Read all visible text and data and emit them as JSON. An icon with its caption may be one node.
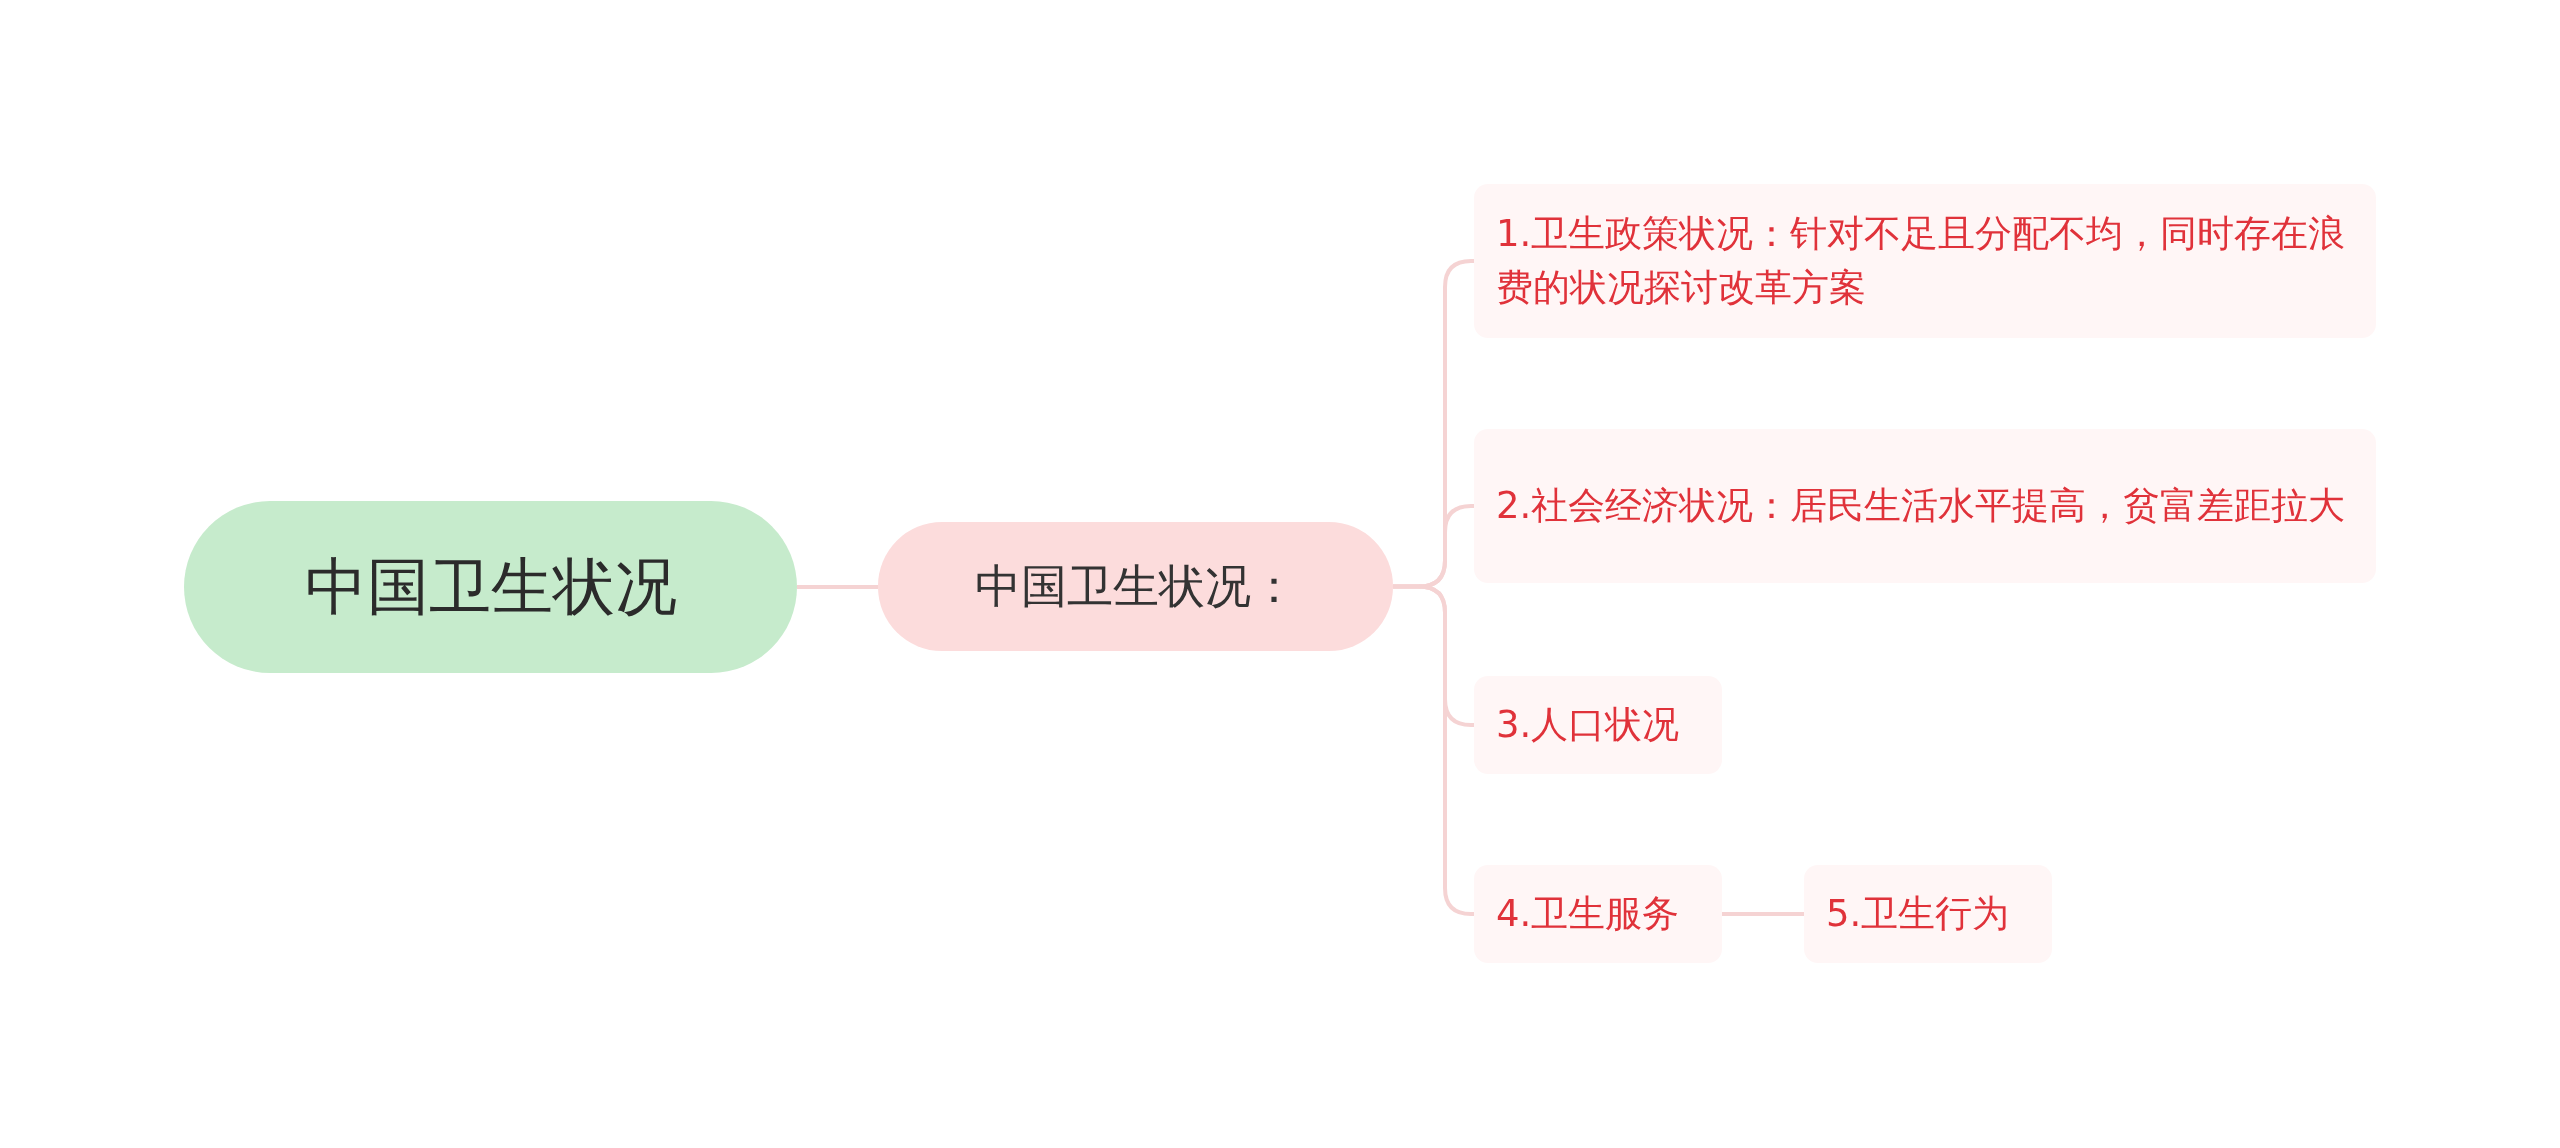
{
  "diagram": {
    "nodes": [
      {
        "text": [
          "中国卫生状况"
        ]
      },
      {
        "text": [
          "中国卫生状况："
        ]
      },
      {
        "text": [
          "1.卫生政策状况：针对不足且分配不均，同时存在浪费的状况探讨改革方案"
        ]
      },
      {
        "text": [
          "2.社会经济状况：居民生活水平提高，贫富差距拉大"
        ]
      },
      {
        "text": [
          "3.人口状况"
        ]
      },
      {
        "text": [
          "4.卫生服务"
        ]
      },
      {
        "text": [
          "5.卫生行为"
        ]
      }
    ],
    "edges": [
      {
        "from": 0,
        "to": 1,
        "arrow": "none"
      },
      {
        "from": 1,
        "to": 2,
        "arrow": "none"
      },
      {
        "from": 1,
        "to": 3,
        "arrow": "none"
      },
      {
        "from": 1,
        "to": 4,
        "arrow": "none"
      },
      {
        "from": 1,
        "to": 5,
        "arrow": "none"
      },
      {
        "from": 5,
        "to": 6,
        "arrow": "none"
      }
    ]
  }
}
